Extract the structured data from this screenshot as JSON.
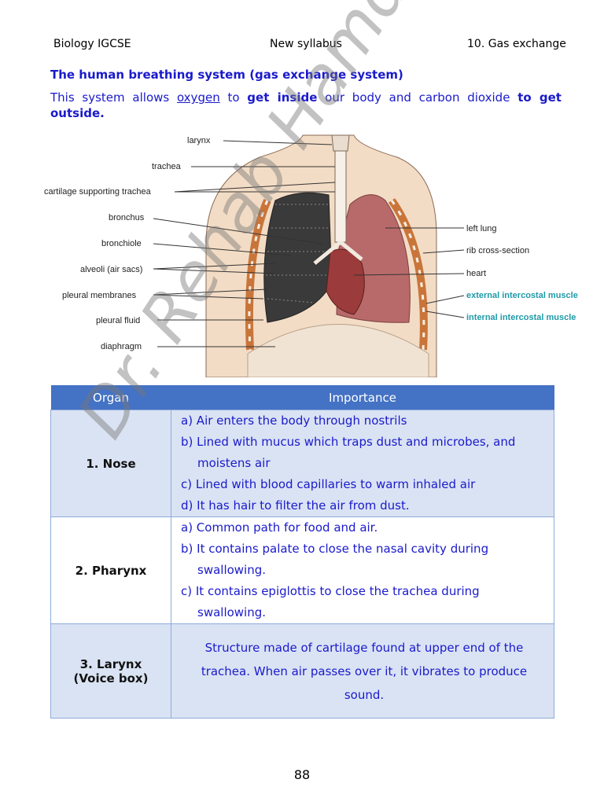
{
  "header": {
    "left": "Biology IGCSE",
    "center": "New syllabus",
    "right": "10. Gas exchange"
  },
  "section_title": "The human breathing system (gas exchange system)",
  "intro": {
    "part1": "This system allows ",
    "oxygen": "oxygen",
    "part2": " to ",
    "get_inside": "get inside",
    "part3": " our body and carbon dioxide ",
    "to_get_outside": "to get outside."
  },
  "diagram": {
    "labels_left": [
      "larynx",
      "trachea",
      "cartilage supporting trachea",
      "bronchus",
      "bronchiole",
      "alveoli (air sacs)",
      "pleural membranes",
      "pleural fluid",
      "diaphragm"
    ],
    "labels_right": [
      "left lung",
      "rib cross-section",
      "heart"
    ],
    "labels_teal": [
      "external intercostal muscle",
      "internal intercostal muscle"
    ],
    "colors": {
      "lung": "#b86a6a",
      "heart": "#9c3b3b",
      "muscle": "#c9753a",
      "skin": "#f3dcc5",
      "teal_label": "#1e9aa8"
    }
  },
  "table": {
    "headers": [
      "Organ",
      "Importance"
    ],
    "rows": [
      {
        "organ": "1.   Nose",
        "points": [
          "a) Air enters the body through nostrils",
          "b) Lined with mucus which traps dust and microbes, and moistens air",
          "c) Lined with blood capillaries to warm inhaled air",
          "d) It has hair to filter the air from dust."
        ]
      },
      {
        "organ": "2.  Pharynx",
        "points": [
          "a) Common path for food and air.",
          "b) It contains palate to close the nasal cavity during swallowing.",
          "c) It contains epiglottis to close the trachea during swallowing."
        ]
      },
      {
        "organ_line1": "3.  Larynx",
        "organ_line2": "(Voice box)",
        "text": "Structure made of cartilage found at upper end of the trachea. When air passes over it, it vibrates to produce sound."
      }
    ]
  },
  "watermark": "Dr. Rehab Hamdy",
  "page_number": "88"
}
